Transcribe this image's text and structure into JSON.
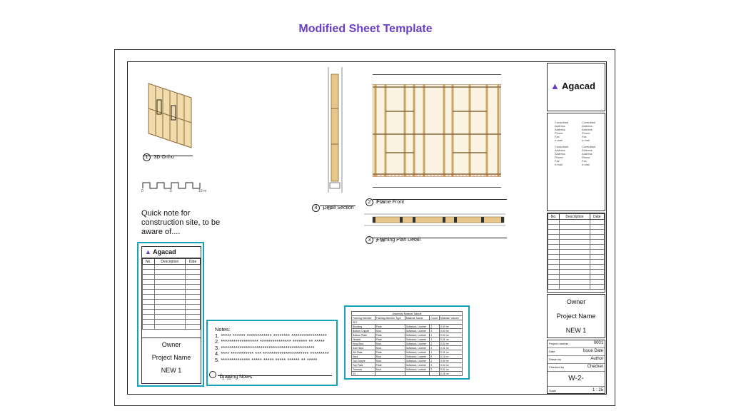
{
  "page_title": "Modified Sheet Template",
  "views": {
    "ortho": {
      "number": "1",
      "label": "3D Ortho"
    },
    "detail_section": {
      "number": "4",
      "label": "Detail Section",
      "scale": "1 : 25"
    },
    "frame_front": {
      "number": "2",
      "label": "Frame Front",
      "scale": "1 : 25"
    },
    "framing_plan": {
      "number": "3",
      "label": "Framing Plan Detail",
      "scale": "1 : 25"
    }
  },
  "scale_bar": {
    "ticks": [
      "0",
      "5",
      "10 m"
    ]
  },
  "quick_note": "Quick note for construction site, to be aware of....",
  "logo_text": "Agacad",
  "consultants": {
    "lines": [
      "Consultant",
      "Address",
      "Address",
      "Phone",
      "Fax",
      "e-mail"
    ]
  },
  "revision_headers": [
    "No.",
    "Description",
    "Date"
  ],
  "project_block": {
    "owner": "Owner",
    "project_name": "Project Name",
    "project_name_val": "NEW 1"
  },
  "title_fields": [
    {
      "label": "Project number",
      "value": "0001"
    },
    {
      "label": "Date",
      "value": "Issue Date"
    },
    {
      "label": "Drawn by",
      "value": "Author"
    },
    {
      "label": "Checked by",
      "value": "Checker"
    }
  ],
  "sheet_number": "W-2-",
  "scale_field": {
    "label": "Scale",
    "value": "1 : 25"
  },
  "notes": {
    "title": "Notes:",
    "items": [
      "1. ***** ****** ************ ******** *****************",
      "2. ****************** *************** ******* ** *****",
      "3. *********************************************",
      "4. **** *********** *** ********************** *********",
      "5. ************** ***** ***** ***** ****** **  *****"
    ],
    "footer_label": "Drawing Notes",
    "footer_scale": "1 : 25"
  },
  "schedule": {
    "title": "Assembly Material Takeoff",
    "headers": [
      "Framing Member",
      "Framing Member Type",
      "Material: Name",
      "Count",
      "Material: Volume"
    ],
    "group": "W-2",
    "rows": [
      [
        "Blocking",
        "Plate",
        "Softwood, Lumber",
        "2",
        "0.00 m³"
      ],
      [
        "Bottom Cripple",
        "Stud",
        "Softwood, Lumber",
        "3",
        "0.00 m³"
      ],
      [
        "Bottom Plate",
        "Plate",
        "Softwood, Lumber",
        "1",
        "0.02 m³"
      ],
      [
        "Header",
        "Plate",
        "Softwood, Lumber",
        "1",
        "0.01 m³"
      ],
      [
        "King Stud",
        "Stud",
        "Softwood, Lumber",
        "2",
        "0.02 m³"
      ],
      [
        "Sole Stud",
        "Stud",
        "Softwood, Lumber",
        "2",
        "0.01 m³"
      ],
      [
        "Sill Plate",
        "Plate",
        "Softwood, Lumber",
        "1",
        "0.01 m³"
      ],
      [
        "Stud",
        "Stud",
        "Softwood, Lumber",
        "8",
        "0.11 m³"
      ],
      [
        "Top Cripple",
        "Stud",
        "Softwood, Lumber",
        "2",
        "0.00 m³"
      ],
      [
        "Top Plate",
        "Plate",
        "Softwood, Lumber",
        "2",
        "0.04 m³"
      ],
      [
        "Trimmer",
        "Stud",
        "Softwood, Lumber",
        "2",
        "0.01 m³"
      ],
      [
        "33",
        "",
        "",
        "",
        "0.26 m³"
      ]
    ]
  },
  "colors": {
    "accent": "#6a3fc6",
    "highlight": "#16a2b8",
    "wood": "#e8c88a"
  }
}
